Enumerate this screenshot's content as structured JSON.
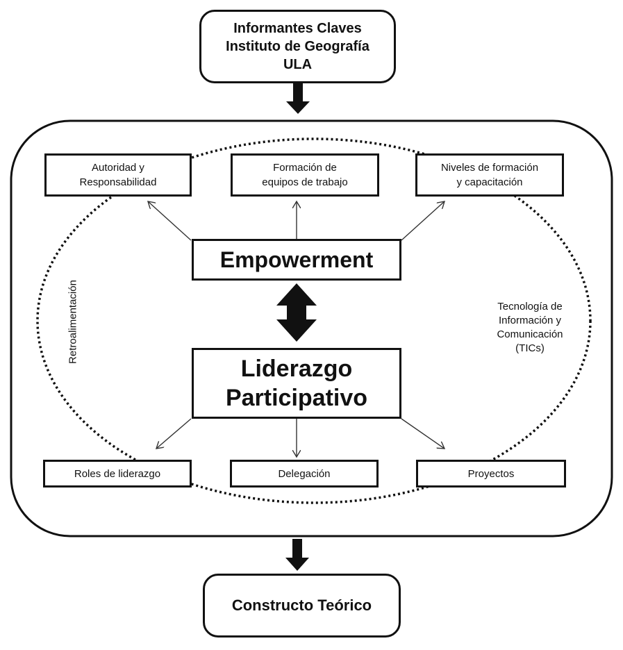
{
  "top_box": {
    "lines": [
      "Informantes Claves",
      "Instituto de Geografía",
      "ULA"
    ]
  },
  "top_boxes": [
    {
      "lines": [
        "Autoridad y",
        "Responsabilidad"
      ]
    },
    {
      "lines": [
        "Formación de",
        "equipos de trabajo"
      ]
    },
    {
      "lines": [
        "Niveles de formación",
        "y capacitación"
      ]
    }
  ],
  "empowerment": "Empowerment",
  "liderazgo": {
    "lines": [
      "Liderazgo",
      "Participativo"
    ]
  },
  "bottom_boxes": [
    {
      "label": "Roles de liderazgo"
    },
    {
      "label": "Delegación"
    },
    {
      "label": "Proyectos"
    }
  ],
  "left_label": "Retroalimentación",
  "right_label": {
    "lines": [
      "Tecnología de",
      "Información y",
      "Comunicación",
      "(TICs)"
    ]
  },
  "bottom_box": "Constructo Teórico"
}
